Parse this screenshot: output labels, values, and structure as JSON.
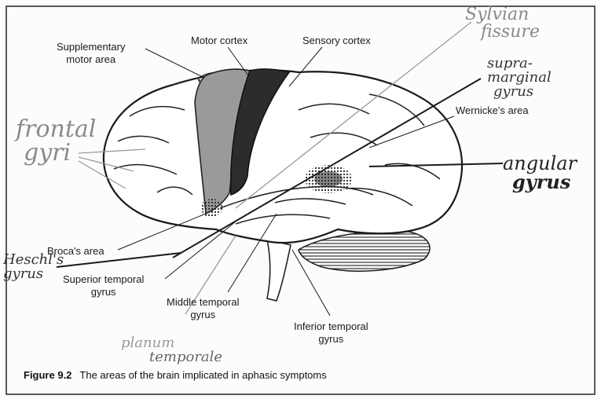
{
  "labels": {
    "supplementary_motor_area": [
      "Supplementary",
      "motor area"
    ],
    "motor_cortex": "Motor cortex",
    "sensory_cortex": "Sensory cortex",
    "wernickes_area": "Wernicke's area",
    "brocas_area": "Broca's area",
    "superior_temporal_gyrus": [
      "Superior temporal",
      "gyrus"
    ],
    "middle_temporal_gyrus": [
      "Middle temporal",
      "gyrus"
    ],
    "inferior_temporal_gyrus": [
      "Inferior temporal",
      "gyrus"
    ]
  },
  "handwritten": {
    "sylvian_fissure": [
      "Sylvian",
      "fissure"
    ],
    "supramarginal_gyrus": [
      "supra-",
      "marginal",
      "gyrus"
    ],
    "frontal_gyri": [
      "frontal",
      "gyri"
    ],
    "angular_gyrus": [
      "angular",
      "gyrus"
    ],
    "heschls_gyrus": [
      "Heschl's",
      "gyrus"
    ],
    "planum_temporale": [
      "planum",
      "temporale"
    ]
  },
  "caption": {
    "number": "Figure 9.2",
    "text": "The areas of the brain implicated in aphasic symptoms"
  },
  "colors": {
    "ink": "#1a1a1a",
    "motor_cortex_fill": "#9a9a9a",
    "sensory_cortex_fill": "#2c2c2c",
    "handwriting": "#3c3c3c",
    "handwriting_light": "#8a8a8a"
  }
}
